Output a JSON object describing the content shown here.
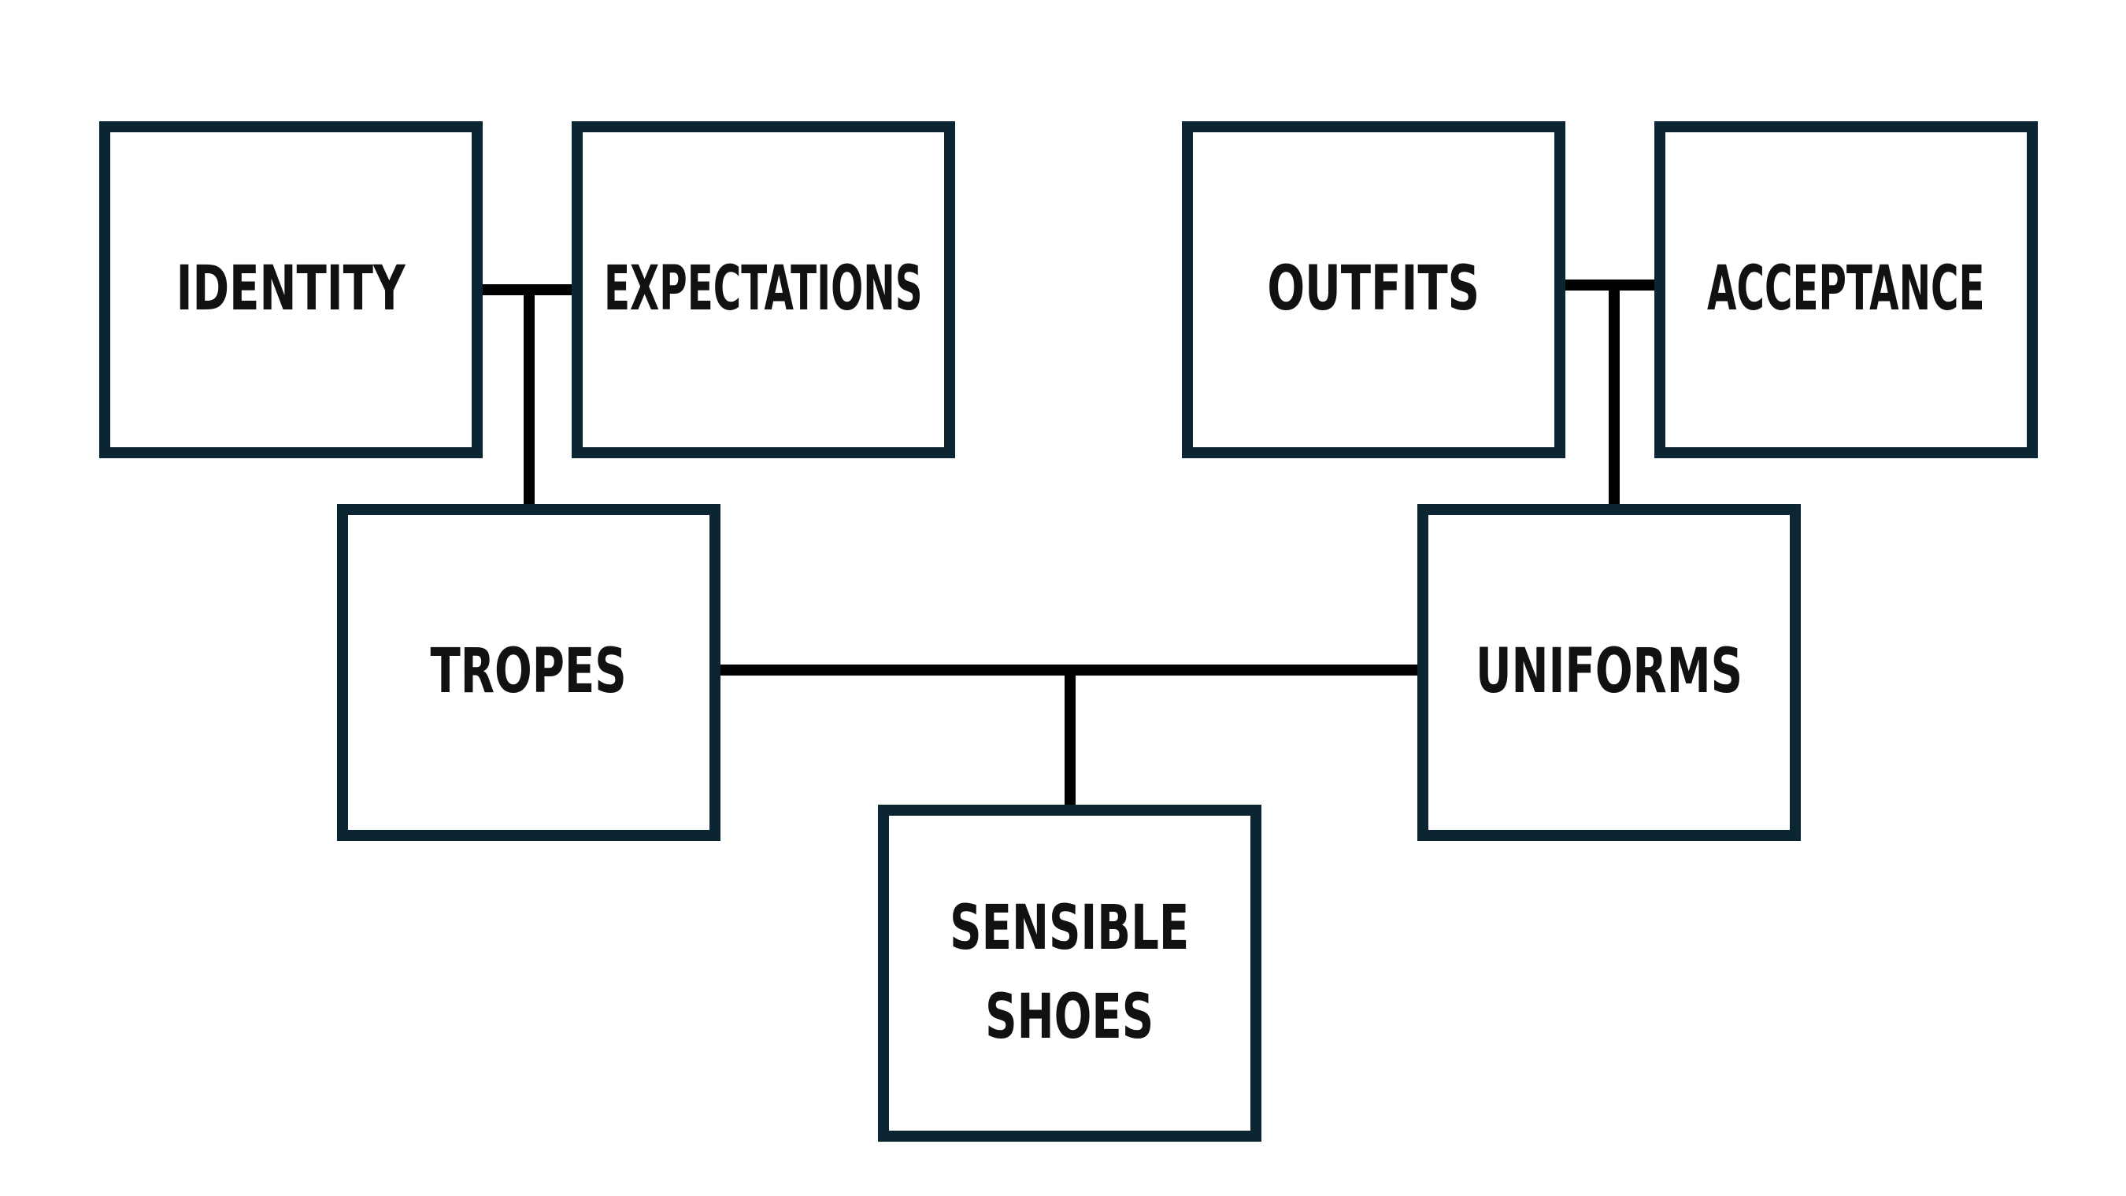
{
  "colors": {
    "box_border": "#0b2533",
    "connector": "#000000",
    "background": "#ffffff",
    "text": "#111111"
  },
  "nodes": {
    "identity": "IDENTITY",
    "expectations": "EXPECTATIONS",
    "outfits": "OUTFITS",
    "acceptance": "ACCEPTANCE",
    "tropes": "TROPES",
    "uniforms": "UNIFORMS",
    "sensible_shoes": "SENSIBLE\nSHOES"
  },
  "edges": [
    {
      "from": [
        "identity",
        "expectations"
      ],
      "to": "tropes"
    },
    {
      "from": [
        "outfits",
        "acceptance"
      ],
      "to": "uniforms"
    },
    {
      "from": [
        "tropes",
        "uniforms"
      ],
      "to": "sensible_shoes"
    }
  ]
}
